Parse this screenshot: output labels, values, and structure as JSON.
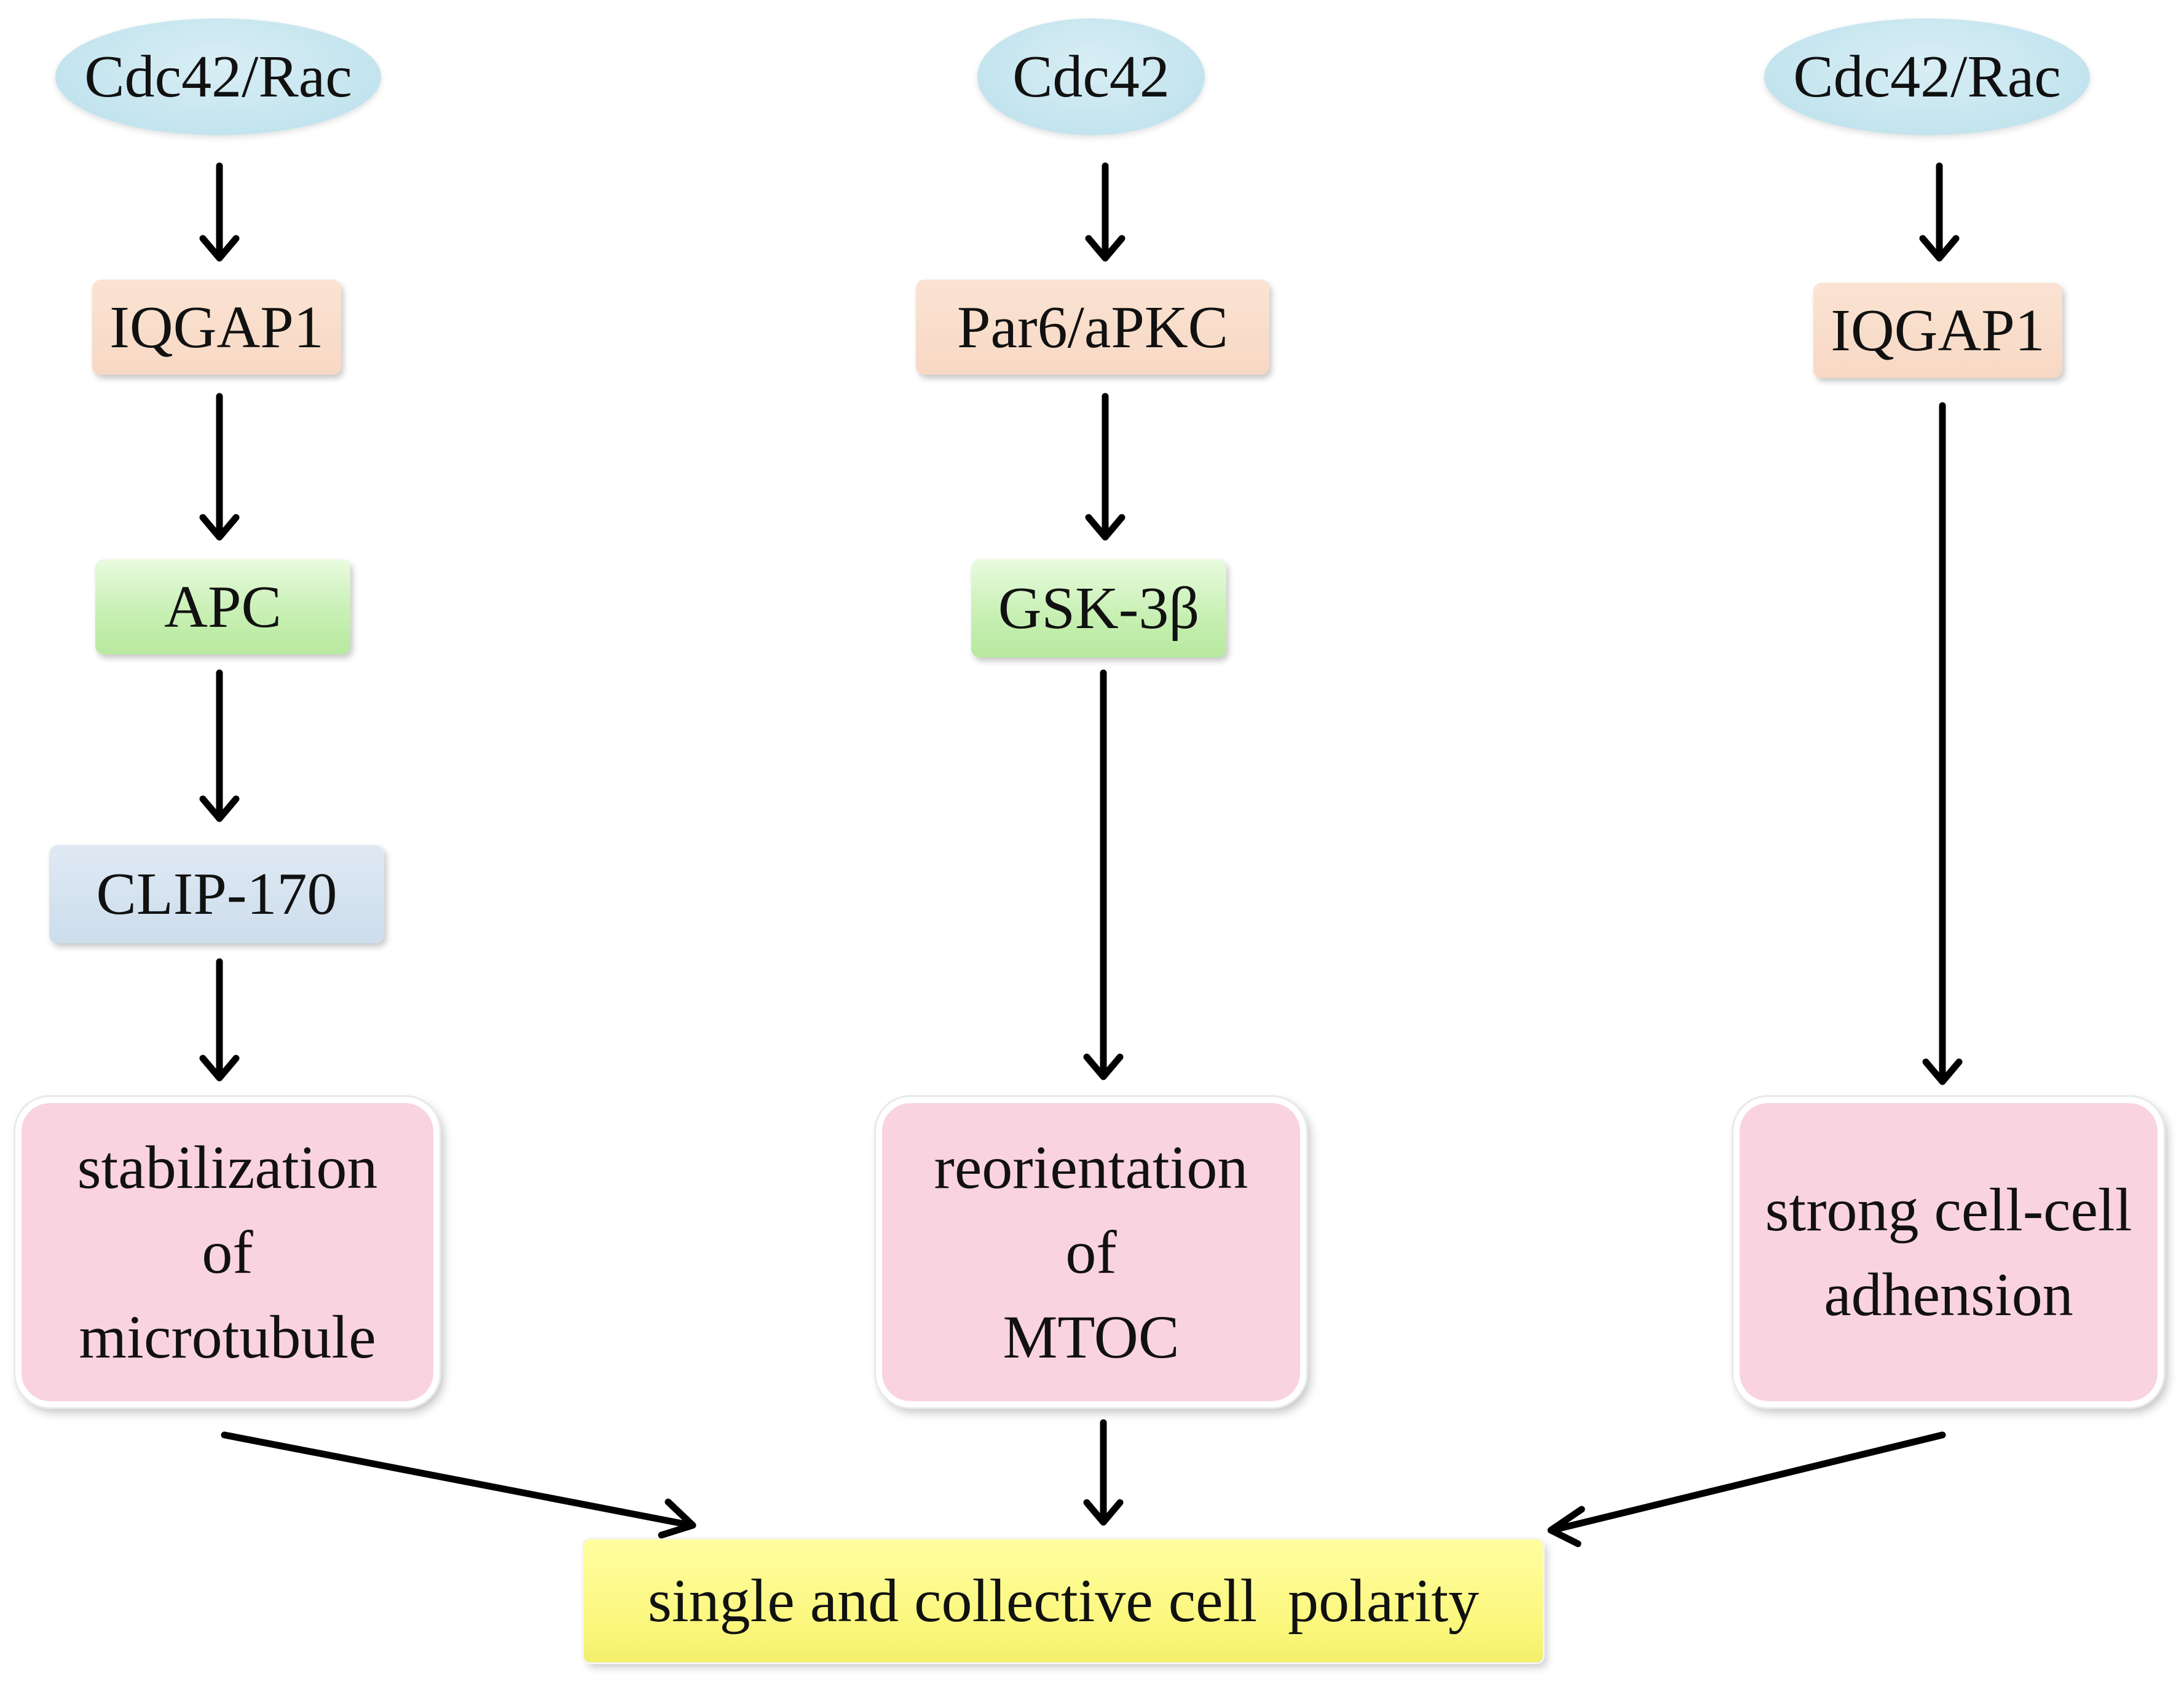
{
  "nodes": {
    "left_top": "Cdc42/Rac",
    "mid_top": "Cdc42",
    "right_top": "Cdc42/Rac",
    "left_iqgap": "IQGAP1",
    "mid_par": "Par6/aPKC",
    "right_iqgap": "IQGAP1",
    "left_apc": "APC",
    "mid_gsk": "GSK-3β",
    "left_clip": "CLIP-170",
    "left_outcome": [
      "stabilization",
      "of",
      "microtubule"
    ],
    "mid_outcome": [
      "reorientation",
      "of",
      "MTOC"
    ],
    "right_outcome": [
      "strong cell-cell",
      "adhension"
    ],
    "bottom": "single and collective cell  polarity"
  },
  "colors": {
    "ellipse": "#c3e4ee",
    "peach": "#f7d8c4",
    "green": "#c6efb1",
    "blue": "#cddded",
    "pink": "#fad3e0",
    "yellow": "#fbf77d",
    "arrow": "#000000"
  }
}
